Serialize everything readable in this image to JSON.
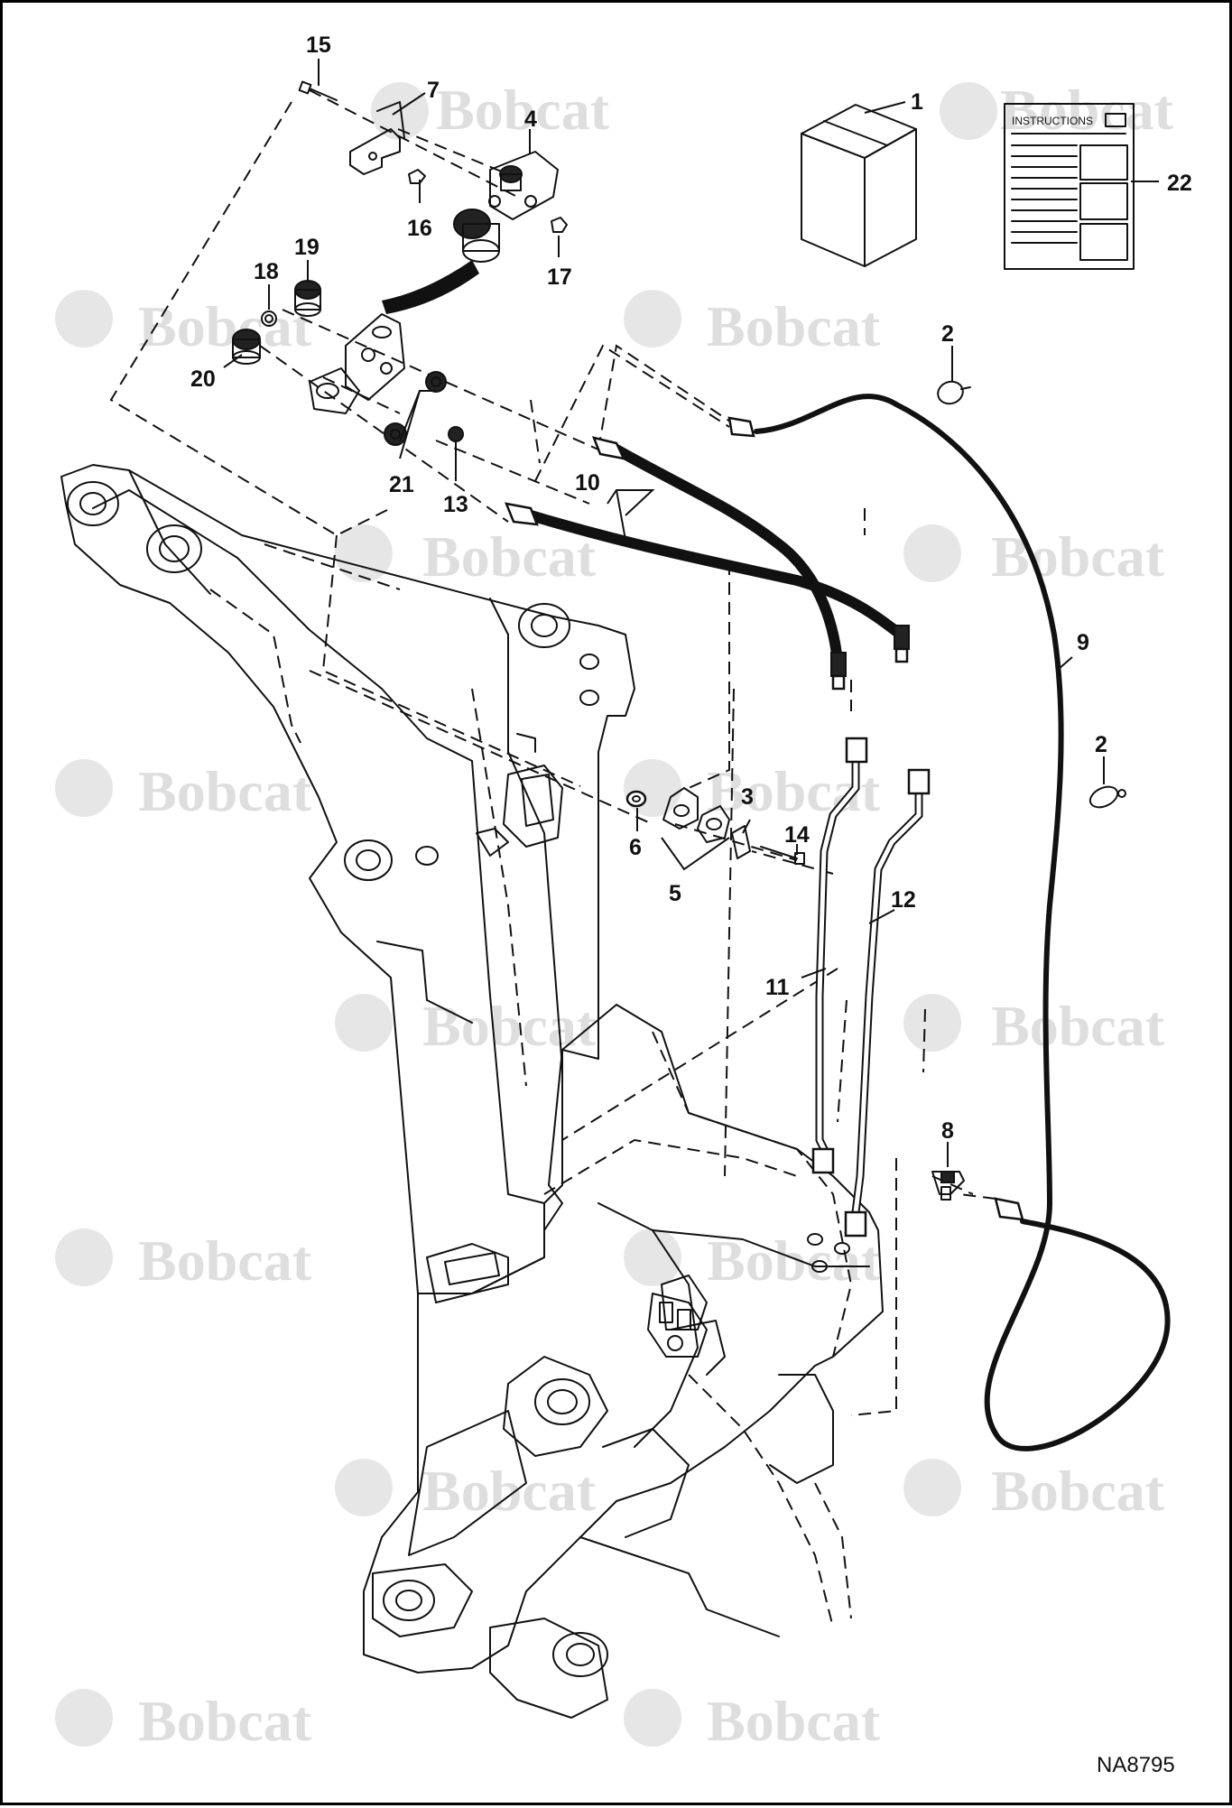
{
  "figure_id": "NA8795",
  "watermark_text": "Bobcat",
  "instruction_sheet": {
    "label": "INSTRUCTIONS"
  },
  "callouts": {
    "c1": "1",
    "c2a": "2",
    "c2b": "2",
    "c3": "3",
    "c4": "4",
    "c5": "5",
    "c6": "6",
    "c7": "7",
    "c8": "8",
    "c9": "9",
    "c10": "10",
    "c11": "11",
    "c12": "12",
    "c13": "13",
    "c14": "14",
    "c15": "15",
    "c16": "16",
    "c17": "17",
    "c18": "18",
    "c19": "19",
    "c20": "20",
    "c21": "21",
    "c22": "22"
  },
  "colors": {
    "line": "#111111",
    "watermark": "#dedede",
    "background": "#ffffff"
  }
}
